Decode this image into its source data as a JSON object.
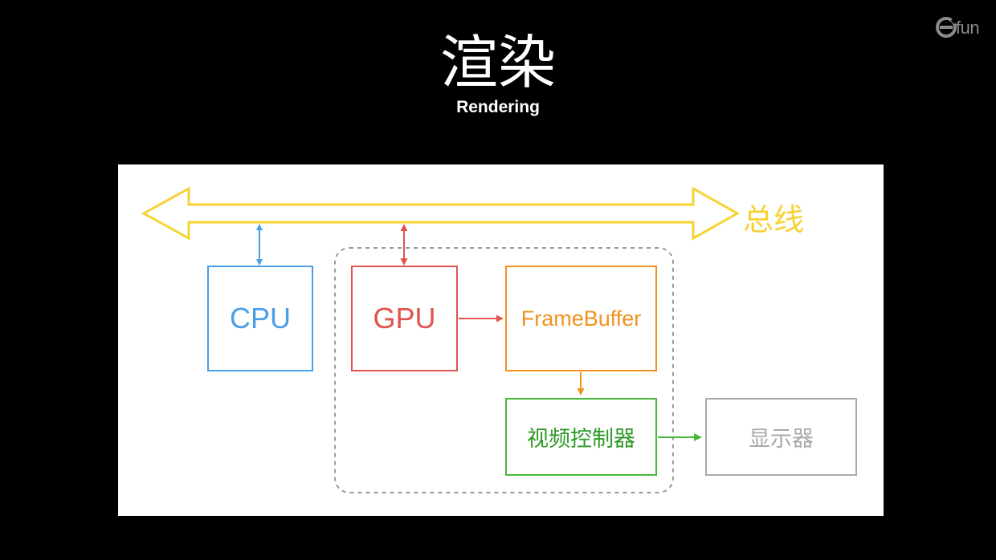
{
  "slide": {
    "title": "渲染",
    "subtitle": "Rendering"
  },
  "logo": {
    "text": "fun",
    "icon": "efun-logo-icon",
    "color": "#8a8a8a"
  },
  "diagram": {
    "bus_label": "总线",
    "nodes": {
      "cpu": "CPU",
      "gpu": "GPU",
      "framebuffer": "FrameBuffer",
      "video_controller": "视频控制器",
      "display": "显示器"
    },
    "colors": {
      "bus": "#f5d334",
      "cpu": "#4a9ee8",
      "gpu": "#e0534e",
      "framebuffer": "#f0921e",
      "video_controller": "#48b83a",
      "display": "#aaaaaa",
      "group": "#999999"
    }
  }
}
